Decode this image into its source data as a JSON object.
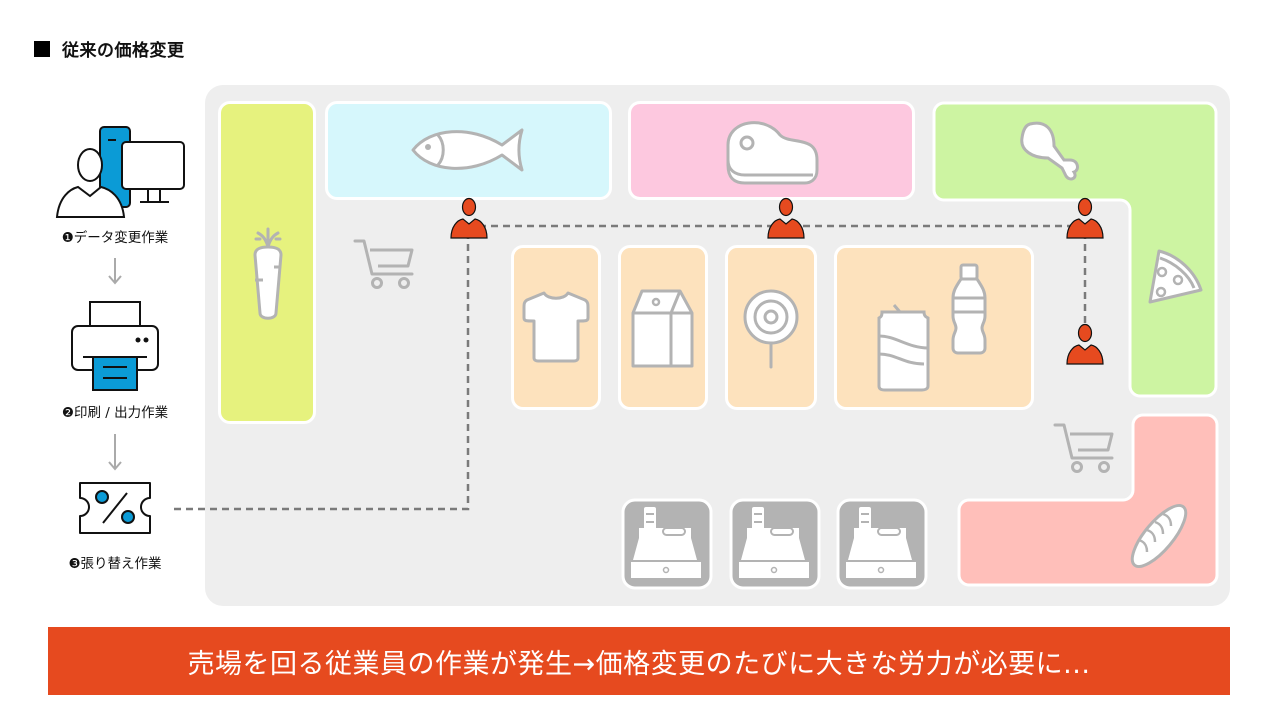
{
  "heading": {
    "title": "従来の価格変更"
  },
  "steps": [
    {
      "number": "❶",
      "label": "データ変更作業",
      "icon": "person-computer-icon"
    },
    {
      "number": "❷",
      "label": "印刷 / 出力作業",
      "icon": "printer-icon"
    },
    {
      "number": "❸",
      "label": "張り替え作業",
      "icon": "price-tag-icon"
    }
  ],
  "store": {
    "zones": [
      {
        "name": "vegetables",
        "icon": "carrot-icon",
        "color": "#e6f27e"
      },
      {
        "name": "fish",
        "icon": "fish-icon",
        "color": "#d6f7fc"
      },
      {
        "name": "meat",
        "icon": "steak-icon",
        "color": "#fdc8df"
      },
      {
        "name": "deli",
        "icon": "chicken-leg-icon",
        "secondary_icon": "pizza-icon",
        "color": "#cdf4a2"
      },
      {
        "name": "apparel",
        "icon": "tshirt-icon",
        "color": "#fde2bd"
      },
      {
        "name": "dairy",
        "icon": "milk-carton-icon",
        "color": "#fde2bd"
      },
      {
        "name": "sweets",
        "icon": "lollipop-icon",
        "color": "#fde2bd"
      },
      {
        "name": "drinks",
        "icon": "can-bottle-icon",
        "color": "#fde2bd"
      },
      {
        "name": "bakery",
        "icon": "bread-icon",
        "color": "#ffbfba"
      }
    ],
    "registers": 3,
    "carts": 2,
    "staff": 4
  },
  "colors": {
    "accent": "#e64a1f",
    "blue": "#0b9bd6",
    "icon_gray": "#b3b3b3",
    "floor": "#eeeeee"
  },
  "banner": {
    "text": "売場を回る従業員の作業が発生→価格変更のたびに大きな労力が必要に..."
  }
}
